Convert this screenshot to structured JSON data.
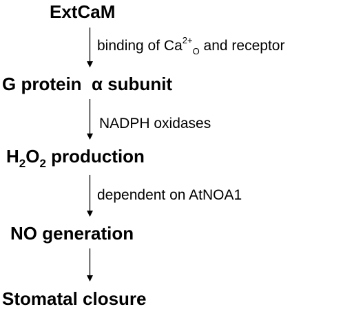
{
  "nodes": {
    "extcam": "ExtCaM",
    "gprotein": "G protein  α subunit",
    "h2o2": {
      "prefix": "H",
      "sub1": "2",
      "mid": "O",
      "sub2": "2",
      "suffix": " production"
    },
    "no": "NO generation",
    "stomatal": "Stomatal closure"
  },
  "edges": {
    "e1": {
      "prefix": "binding of Ca",
      "sup": "2+",
      "sub": "O",
      "suffix": " and receptor"
    },
    "e2": "NADPH oxidases",
    "e3": "dependent on AtNOA1",
    "e4": ""
  },
  "colors": {
    "text": "#000000",
    "arrow": "#000000",
    "background": "#ffffff"
  }
}
